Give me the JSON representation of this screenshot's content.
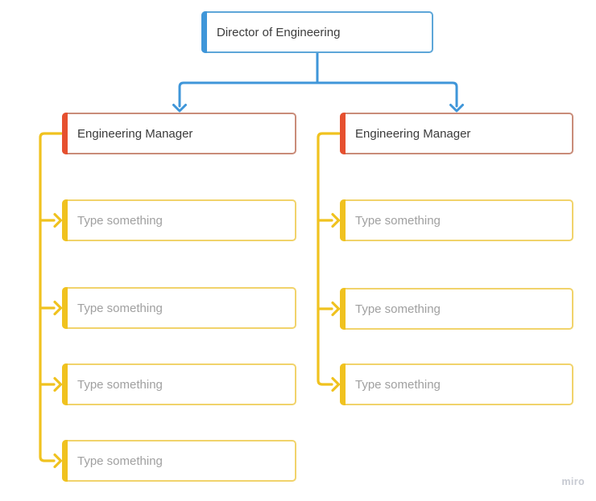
{
  "colors": {
    "canvas": "#ffffff",
    "blue": "#3f96d9",
    "blue-border": "#5da6d8",
    "red": "#e6502f",
    "red-border": "#c98c79",
    "yellow": "#f0c21f",
    "yellow-border": "#f1d36b",
    "text-dark": "#3b3b3b",
    "text-placeholder": "#a0a0a0",
    "watermark": "#c7cad2"
  },
  "org_chart": {
    "type": "org-chart",
    "root": {
      "label": "Director of Engineering"
    },
    "branches": [
      {
        "manager": {
          "label": "Engineering Manager"
        },
        "children": [
          {
            "placeholder": "Type something"
          },
          {
            "placeholder": "Type something"
          },
          {
            "placeholder": "Type something"
          },
          {
            "placeholder": "Type something"
          }
        ]
      },
      {
        "manager": {
          "label": "Engineering Manager"
        },
        "children": [
          {
            "placeholder": "Type something"
          },
          {
            "placeholder": "Type something"
          },
          {
            "placeholder": "Type something"
          }
        ]
      }
    ]
  },
  "watermark": {
    "label": "miro"
  }
}
